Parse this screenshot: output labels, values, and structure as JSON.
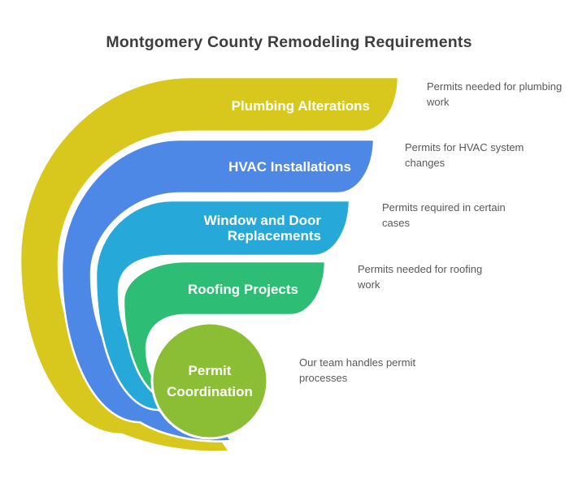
{
  "title": "Montgomery County Remodeling Requirements",
  "colors": {
    "background": "#ffffff",
    "title_text": "#3e3e3e",
    "note_text": "#58595b",
    "label_text": "#ffffff"
  },
  "items": [
    {
      "id": "plumbing",
      "label": "Plumbing Alterations",
      "note": "Permits needed for plumbing work",
      "color": "#d8c81d"
    },
    {
      "id": "hvac",
      "label": "HVAC Installations",
      "note": "Permits for HVAC system changes",
      "color": "#4e88e6"
    },
    {
      "id": "window",
      "label": "Window and Door Replacements",
      "note": "Permits required in certain cases",
      "color": "#26a9d8"
    },
    {
      "id": "roofing",
      "label": "Roofing Projects",
      "note": "Permits needed for roofing work",
      "color": "#2dbd75"
    },
    {
      "id": "permit",
      "label": "Permit Coordination",
      "note": "Our team handles permit processes",
      "color": "#8cbe35"
    }
  ]
}
